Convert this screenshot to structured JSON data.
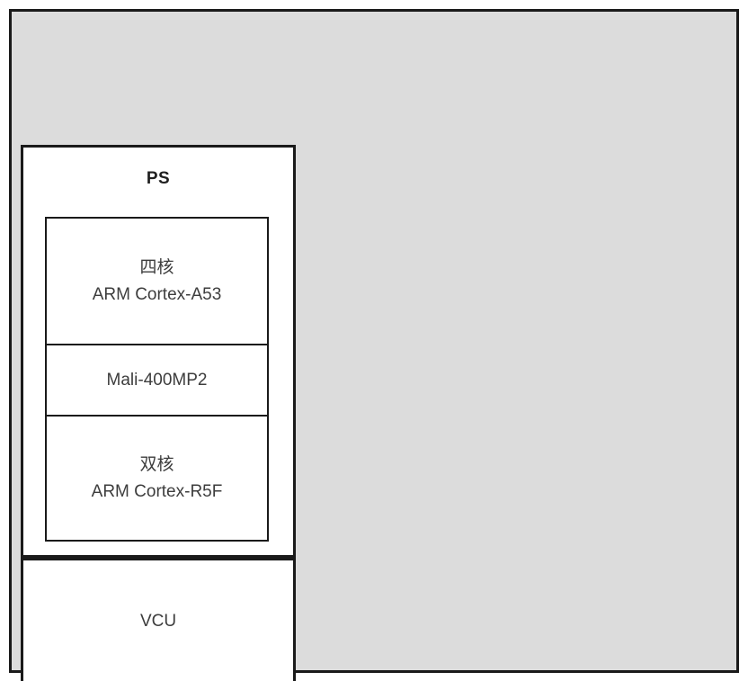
{
  "diagram": {
    "ps": {
      "label": "PS",
      "blocks": [
        {
          "name": "quad-core-arm-cortex-a53",
          "lines": [
            "四核",
            "ARM Cortex-A53"
          ]
        },
        {
          "name": "mali-400mp2",
          "lines": [
            "Mali-400MP2"
          ]
        },
        {
          "name": "dual-core-arm-cortex-r5f",
          "lines": [
            "双核",
            "ARM Cortex-R5F"
          ]
        }
      ]
    },
    "vcu": {
      "label": "VCU"
    },
    "colors": {
      "chip_fill": "#dcdcdc",
      "block_fill": "#ffffff",
      "border": "#1a1a1a",
      "text": "#3d3d3d"
    }
  }
}
